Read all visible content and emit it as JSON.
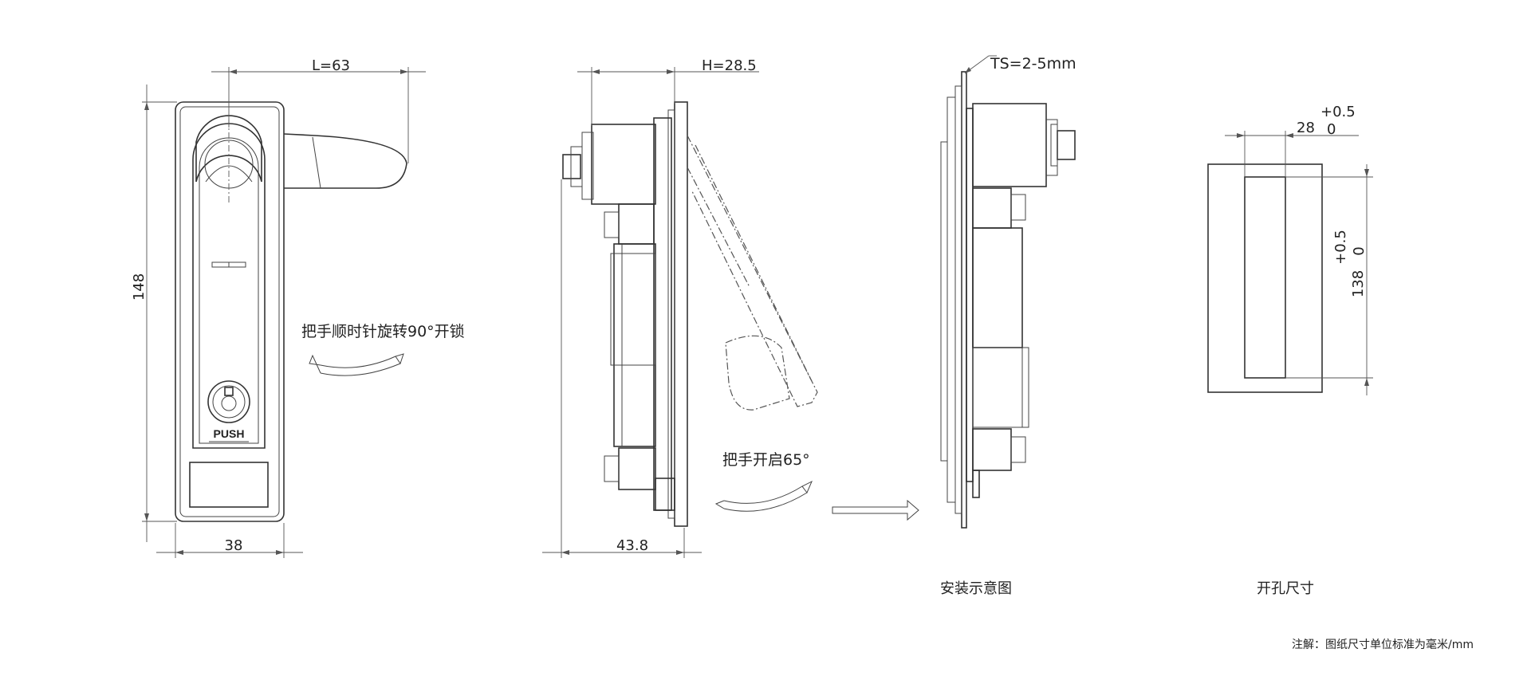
{
  "dimensions": {
    "length": "L=63",
    "height": "148",
    "width": "38",
    "depth": "H=28.5",
    "total_depth": "43.8",
    "panel_thickness": "TS=2-5mm",
    "cutout_width": "28",
    "cutout_width_tol_upper": "+0.5",
    "cutout_width_tol_lower": "0",
    "cutout_height": "138",
    "cutout_height_tol_upper": "+0.5",
    "cutout_height_tol_lower": "0"
  },
  "annotations": {
    "rotate_note": "把手顺时针旋转90°开锁",
    "open_note": "把手开启65°",
    "push_label": "PUSH"
  },
  "captions": {
    "install_view": "安装示意图",
    "cutout_view": "开孔尺寸"
  },
  "footnote": "注解：图纸尺寸单位标准为毫米/mm",
  "colors": {
    "line": "#333333",
    "background": "#ffffff"
  }
}
